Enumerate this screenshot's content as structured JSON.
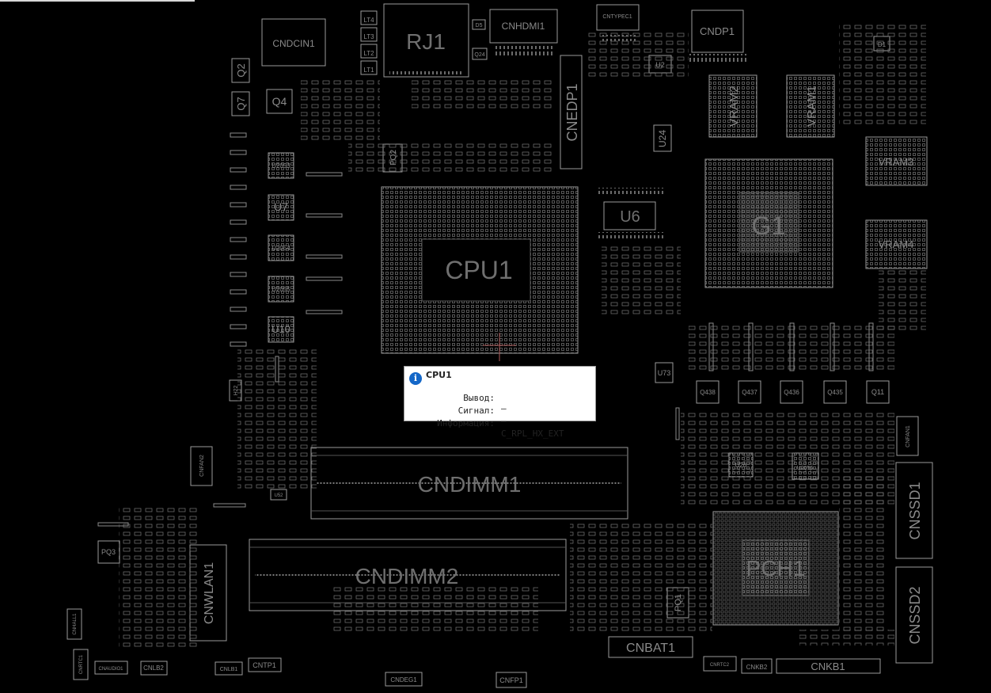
{
  "components": {
    "rj1": "RJ1",
    "cndcin1": "CNDCIN1",
    "cnhdmi1": "CNHDMI1",
    "cntypec1": "CNTYPEC1",
    "cndp1": "CNDP1",
    "cnedp1": "CNEDP1",
    "vram1": "VRAM1",
    "vram2": "VRAM2",
    "vram3": "VRAM3",
    "vram4": "VRAM4",
    "g1": "G1",
    "u6": "U6",
    "u24": "U24",
    "cpu1": "CPU1",
    "q2": "Q2",
    "q7": "Q7",
    "q4": "Q4",
    "pq2": "PQ2",
    "u2053": "U2053",
    "u7": "U7",
    "u2054": "U2054",
    "u2055": "U2055",
    "u10": "U10",
    "lt1": "LT1",
    "lt2": "LT2",
    "lt3": "LT3",
    "lt4": "LT4",
    "d5": "D5",
    "q24": "Q24",
    "u2": "U2",
    "d1": "D1",
    "cndimm1": "CNDIMM1",
    "cndimm2": "CNDIMM2",
    "cnwlan1": "CNWLAN1",
    "pch1": "PCH1",
    "cnssd1": "CNSSD1",
    "cnssd2": "CNSSD2",
    "cnbat1": "CNBAT1",
    "cnkb1": "CNKB1",
    "cnkb2": "CNKB2",
    "cnrtc2": "CNRTC2",
    "cnfp1": "CNFP1",
    "cndeg1": "CNDEG1",
    "cntp1": "CNTP1",
    "cnlb1": "CNLB1",
    "cnlb2": "CNLB2",
    "cnaudio1": "CNAUDIO1",
    "cnhall1": "CNHALL1",
    "cnrtc1": "CNRTC1",
    "cnfan1": "CNFAN1",
    "cnfan2": "CNFAN2",
    "u73": "U73",
    "q438": "Q438",
    "q437": "Q437",
    "q436": "Q436",
    "q435": "Q435",
    "q11": "Q11",
    "u26": "U26",
    "u2056": "U2056",
    "pq1": "PQ1",
    "pq3": "PQ3",
    "u52": "U52",
    "h22": "H22"
  },
  "tooltip": {
    "title": "CPU1",
    "rows": [
      {
        "key": "Вывод:",
        "value": "—"
      },
      {
        "key": "Сигнал:",
        "value": "—"
      },
      {
        "key": "Информация:",
        "value": "C_RPL_HX_EXT"
      }
    ],
    "icon": "info-icon"
  },
  "colors": {
    "background": "#000000",
    "outline": "#9a9a9a",
    "label": "#8a8a8a",
    "cursor": "#b05a5a",
    "info_icon": "#1467c8"
  }
}
